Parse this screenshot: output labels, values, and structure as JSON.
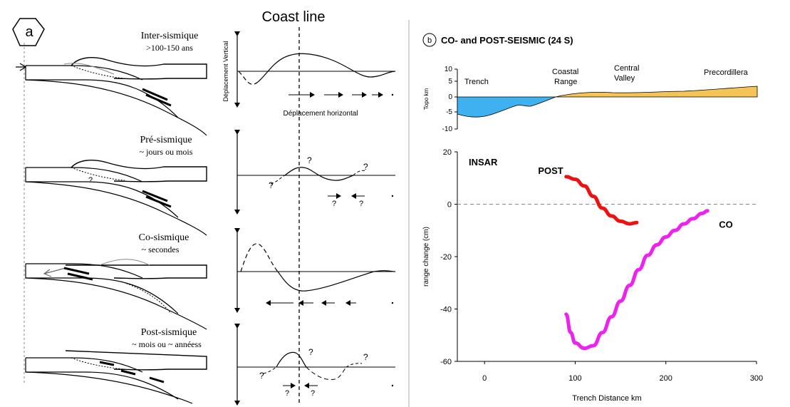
{
  "header": {
    "coast_line": "Coast line"
  },
  "panel_a": {
    "badge": "a",
    "rows": [
      {
        "title": "Inter-sismique",
        "subtitle": ">100-150 ans"
      },
      {
        "title": "Pré-sismique",
        "subtitle": "~ jours ou mois"
      },
      {
        "title": "Co-sismique",
        "subtitle": "~ secondes"
      },
      {
        "title": "Post-sismique",
        "subtitle": "~ mois ou ~ annéess"
      }
    ],
    "vertical_axis_label": "Déplacement Vertical",
    "horizontal_axis_label": "Déplacement horizontal",
    "question_mark": "?"
  },
  "panel_b": {
    "badge": "b",
    "title": "CO- and POST-SEISMIC (24 S)",
    "topo": {
      "ylabel": "Topo km",
      "yticks": [
        "10",
        "5",
        "0",
        "-5",
        "-10"
      ],
      "labels": {
        "trench": "Trench",
        "coastal_1": "Coastal",
        "coastal_2": "Range",
        "central_1": "Central",
        "central_2": "Valley",
        "precordillera": "Precordillera"
      },
      "ocean_color": "#3fb1f0",
      "land_color": "#f4c457"
    },
    "chart_data": {
      "type": "line",
      "title": "",
      "annotation": "INSAR",
      "xlabel": "Trench Distance km",
      "ylabel": "range change (cm)",
      "xlim": [
        -30,
        300
      ],
      "ylim": [
        -60,
        20
      ],
      "xticks": [
        "0",
        "100",
        "200",
        "300"
      ],
      "yticks": [
        "20",
        "0",
        "-20",
        "-40",
        "-60"
      ],
      "series": [
        {
          "name": "POST",
          "color": "#ee1111",
          "x": [
            90,
            100,
            110,
            120,
            130,
            140,
            150,
            160,
            168
          ],
          "y": [
            10.5,
            9.5,
            7,
            3,
            -1.5,
            -4.5,
            -6.5,
            -7.5,
            -7
          ]
        },
        {
          "name": "CO",
          "color": "#ee22ee",
          "x": [
            90,
            95,
            100,
            110,
            120,
            130,
            140,
            150,
            160,
            170,
            180,
            190,
            200,
            210,
            220,
            230,
            240,
            246
          ],
          "y": [
            -42,
            -49,
            -53,
            -55,
            -54,
            -49,
            -43,
            -37,
            -31,
            -25,
            -19.5,
            -15.5,
            -12.5,
            -10,
            -7.5,
            -5.5,
            -3.5,
            -2.5
          ]
        }
      ]
    }
  }
}
